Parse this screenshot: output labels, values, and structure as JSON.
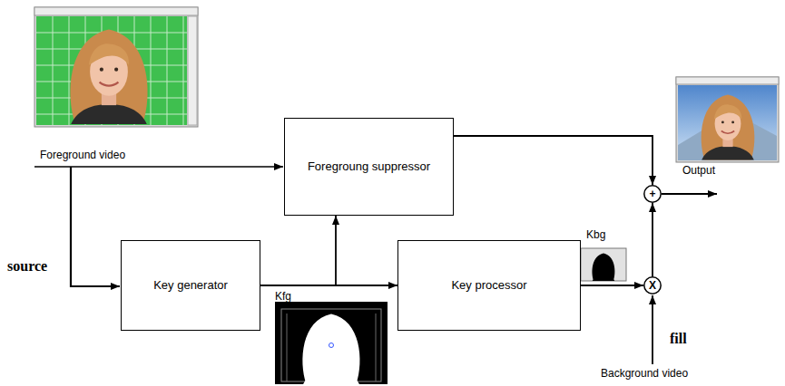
{
  "diagram": {
    "nodes": [
      {
        "text": [
          "Foregroung suppressor"
        ]
      },
      {
        "text": [
          "+"
        ]
      },
      {
        "text": [
          "Key generator"
        ]
      },
      {
        "text": [
          "Key processor"
        ]
      },
      {
        "text": [
          "X"
        ]
      }
    ],
    "edges": [
      {
        "from": 0,
        "to": 1,
        "arrow": "to"
      },
      {
        "from": 2,
        "to": 0,
        "arrow": "to"
      },
      {
        "from": 2,
        "to": 3,
        "arrow": "to"
      },
      {
        "from": 3,
        "to": 4,
        "arrow": "to"
      },
      {
        "from": 4,
        "to": 1,
        "arrow": "to"
      }
    ],
    "labels": [
      "Foreground video",
      "source",
      "Kfg",
      "Kbg",
      "fill",
      "Background video",
      "Output"
    ]
  }
}
